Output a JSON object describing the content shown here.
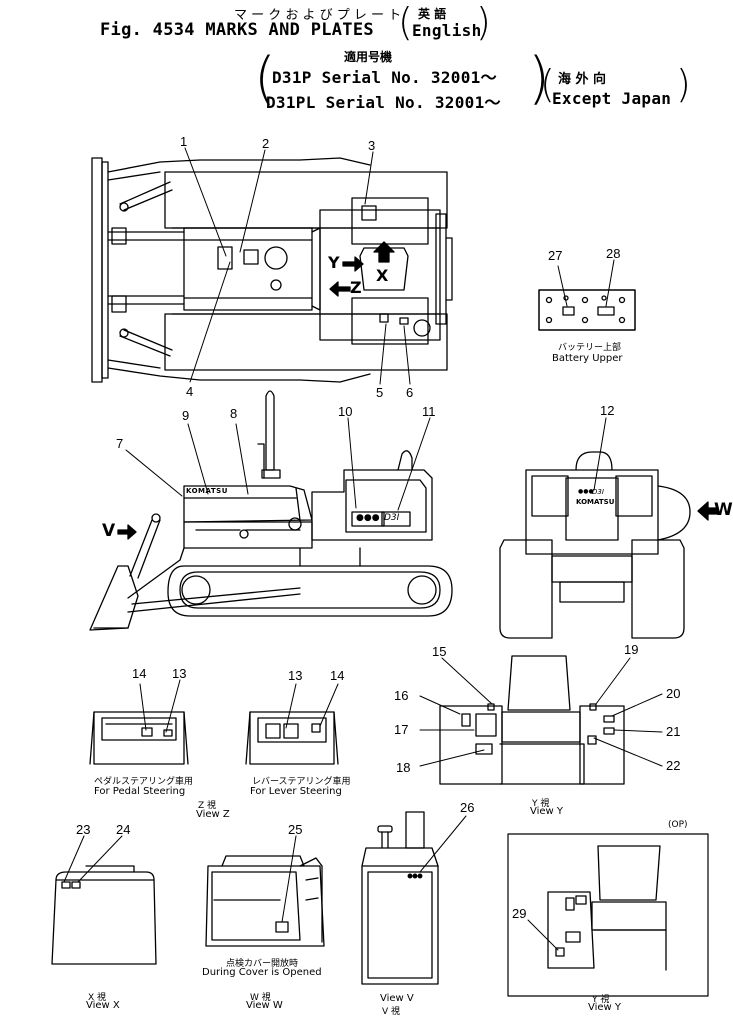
{
  "header": {
    "line1_jp": "マ ー ク  お よ び プ レ ー ト",
    "fig_title": "Fig. 4534 MARKS AND PLATES",
    "lang_jp": "英   語",
    "lang_en": "English",
    "applicable_jp": "適用号機",
    "serial_1": "D31P   Serial  No.  32001～",
    "serial_2": "D31PL Serial  No.  32001～",
    "region_jp": "海    外    向",
    "region_en": "Except  Japan"
  },
  "callouts": [
    "1",
    "2",
    "3",
    "4",
    "5",
    "6",
    "7",
    "8",
    "9",
    "10",
    "11",
    "12",
    "13",
    "14",
    "13",
    "14",
    "15",
    "16",
    "17",
    "18",
    "19",
    "20",
    "21",
    "22",
    "23",
    "24",
    "25",
    "26",
    "27",
    "28",
    "29"
  ],
  "view_markers": {
    "y": "Y",
    "z": "Z",
    "x": "X",
    "v": "V",
    "w": "W"
  },
  "machine_text": {
    "komatsu": "KOMATSU",
    "model": "D3I",
    "model_front": "D3I"
  },
  "captions": {
    "battery_jp": "バッテリー上部",
    "battery_en": "Battery Upper",
    "pedal_jp": "ペダルステアリング車用",
    "pedal_en": "For Pedal Steering",
    "lever_jp": "レバーステアリング車用",
    "lever_en": "For Lever Steering",
    "viewz_jp": "Z  視",
    "viewz_en": "View Z",
    "viewy_jp": "Y  視",
    "viewy_en": "View Y",
    "cover_jp": "点検カバー開放時",
    "cover_en": "During Cover is Opened",
    "viewx_jp": "X  視",
    "viewx_en": "View  X",
    "vieww_jp": "W  視",
    "vieww_en": "View W",
    "viewv_en": "View V",
    "viewv_jp": "V  視",
    "viewy2_jp": "Y  視",
    "viewy2_en": "View Y",
    "op": "(OP)"
  }
}
